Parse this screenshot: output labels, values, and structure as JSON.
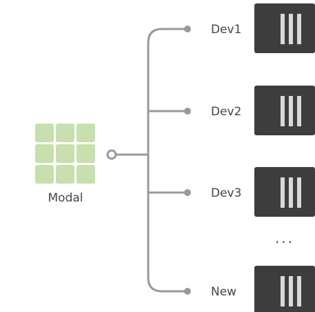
{
  "modal": {
    "label": "Modal",
    "tile_color": "#c8dfae",
    "grid_rows": 3,
    "grid_cols": 3
  },
  "connector_color": "#999999",
  "device_color": "#3d3d3d",
  "device_stripe_color": "#d9d9d9",
  "icons": {
    "modal": "grid-icon",
    "device": "server-rack-icon",
    "more": "ellipsis-icon"
  },
  "devices": [
    {
      "label": "Dev1"
    },
    {
      "label": "Dev2"
    },
    {
      "label": "Dev3"
    },
    {
      "label": "New"
    }
  ],
  "more_indicator": "..."
}
